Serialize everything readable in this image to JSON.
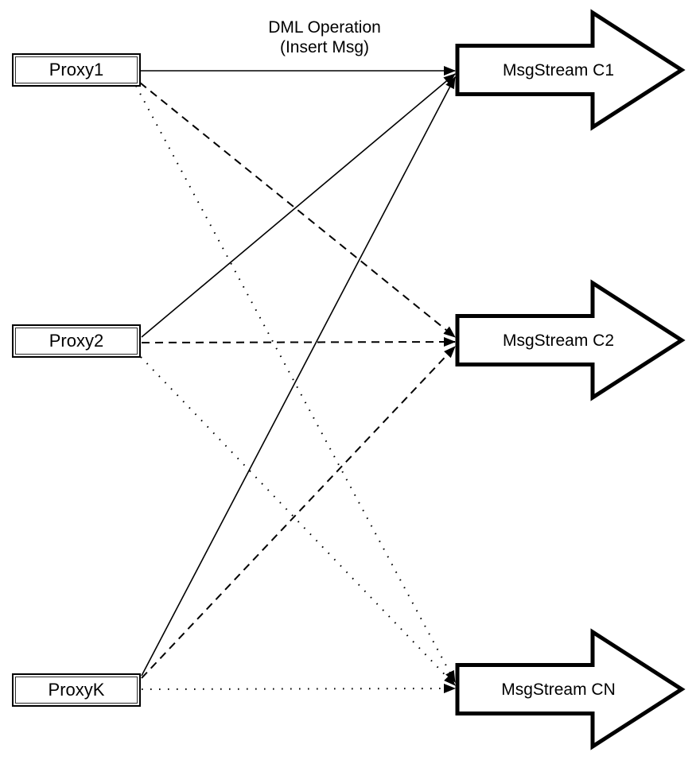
{
  "colors": {
    "stroke": "#000000",
    "fill": "#ffffff"
  },
  "annotation": {
    "line1": "DML Operation",
    "line2": "(Insert Msg)"
  },
  "proxies": [
    {
      "label": "Proxy1"
    },
    {
      "label": "Proxy2"
    },
    {
      "label": "ProxyK"
    }
  ],
  "streams": [
    {
      "label": "MsgStream C1"
    },
    {
      "label": "MsgStream C2"
    },
    {
      "label": "MsgStream CN"
    }
  ],
  "connections": [
    {
      "from": "Proxy1",
      "to": "MsgStream C1",
      "line_style": "solid"
    },
    {
      "from": "Proxy1",
      "to": "MsgStream C2",
      "line_style": "dashed"
    },
    {
      "from": "Proxy1",
      "to": "MsgStream CN",
      "line_style": "dotted"
    },
    {
      "from": "Proxy2",
      "to": "MsgStream C1",
      "line_style": "solid"
    },
    {
      "from": "Proxy2",
      "to": "MsgStream C2",
      "line_style": "dashed"
    },
    {
      "from": "Proxy2",
      "to": "MsgStream CN",
      "line_style": "dotted"
    },
    {
      "from": "ProxyK",
      "to": "MsgStream C1",
      "line_style": "solid"
    },
    {
      "from": "ProxyK",
      "to": "MsgStream C2",
      "line_style": "dashed"
    },
    {
      "from": "ProxyK",
      "to": "MsgStream CN",
      "line_style": "dotted"
    }
  ]
}
